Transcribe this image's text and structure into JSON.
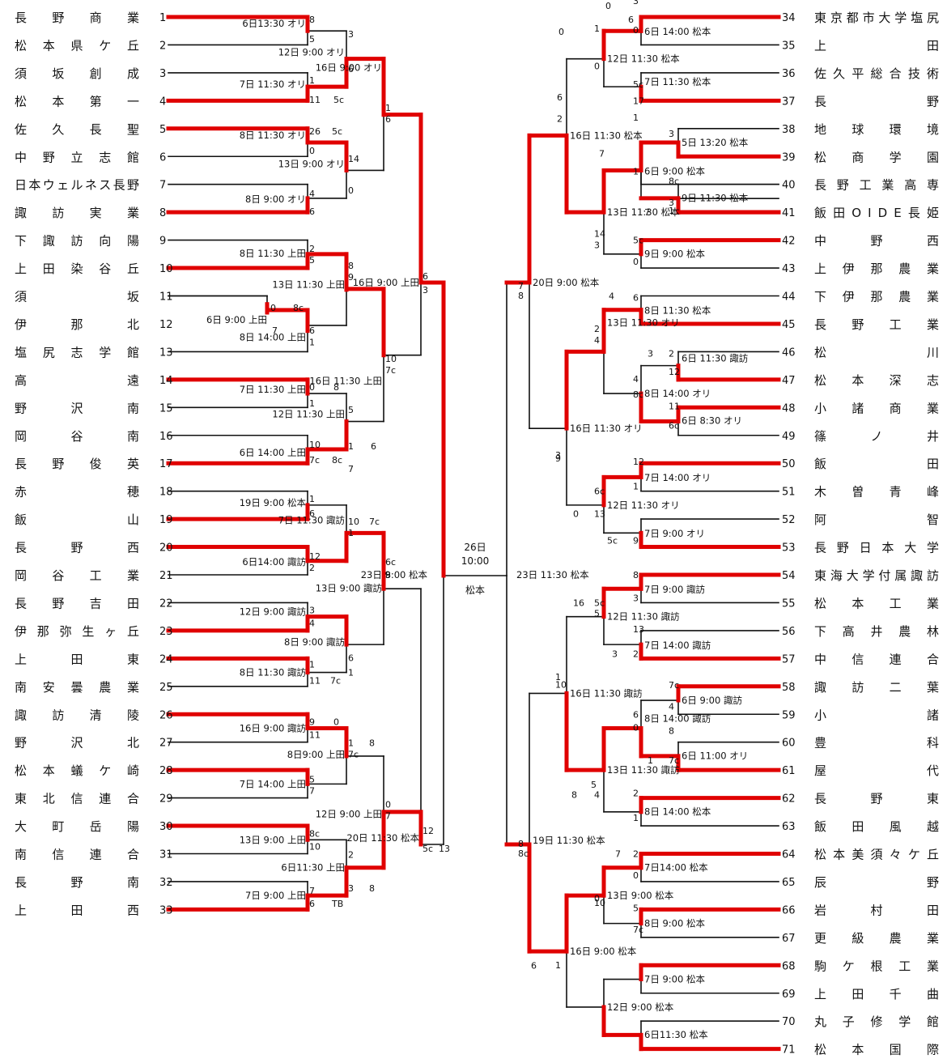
{
  "colors": {
    "win": "#e00000",
    "line": "#111111"
  },
  "left_teams": [
    "長野商業",
    "松本県ケ丘",
    "須坂創成",
    "松本第一",
    "佐久長聖",
    "中野立志館",
    "日本ウェルネス長野",
    "諏訪実業",
    "下諏訪向陽",
    "上田染谷丘",
    "須坂",
    "伊那北",
    "塩尻志学館",
    "高遠",
    "野沢南",
    "岡谷南",
    "長野俊英",
    "赤穂",
    "飯山",
    "長野西",
    "岡谷工業",
    "長野吉田",
    "伊那弥生ヶ丘",
    "上田東",
    "南安曇農業",
    "諏訪清陵",
    "野沢北",
    "松本蟻ケ崎",
    "東北信連合",
    "大町岳陽",
    "南信連合",
    "長野南",
    "上田西"
  ],
  "left_nums": [
    "1",
    "2",
    "3",
    "4",
    "5",
    "6",
    "7",
    "8",
    "9",
    "10",
    "11",
    "12",
    "13",
    "14",
    "15",
    "16",
    "17",
    "18",
    "19",
    "20",
    "21",
    "22",
    "23",
    "24",
    "25",
    "26",
    "27",
    "28",
    "29",
    "30",
    "31",
    "32",
    "33"
  ],
  "right_teams": [
    "東京都市大学塩尻",
    "上田",
    "佐久平総合技術",
    "長野",
    "地球環境",
    "松商学園",
    "長野工業高専",
    "飯田OIDE長姫",
    "中野西",
    "上伊那農業",
    "下伊那農業",
    "長野工業",
    "松川",
    "松本深志",
    "小諸商業",
    "篠ノ井",
    "飯田",
    "木曽青峰",
    "阿智",
    "長野日本大学",
    "東海大学付属諏訪",
    "松本工業",
    "下高井農林",
    "中信連合",
    "諏訪二葉",
    "小諸",
    "豊科",
    "屋代",
    "長野東",
    "飯田風越",
    "松本美須々ケ丘",
    "辰野",
    "岩村田",
    "更級農業",
    "駒ケ根工業",
    "上田千曲",
    "丸子修学館",
    "松本国際"
  ],
  "right_nums": [
    "34",
    "35",
    "36",
    "37",
    "38",
    "39",
    "40",
    "41",
    "42",
    "43",
    "44",
    "45",
    "46",
    "47",
    "48",
    "49",
    "50",
    "51",
    "52",
    "53",
    "54",
    "55",
    "56",
    "57",
    "58",
    "59",
    "60",
    "61",
    "62",
    "63",
    "64",
    "65",
    "66",
    "67",
    "68",
    "69",
    "70",
    "71"
  ],
  "schedules": [
    "6日13:30 オリ",
    "7日 11:30 オリ",
    "12日 9:00 オリ",
    "8日 11:30 オリ",
    "8日 9:00 オリ",
    "13日 9:00 オリ",
    "16日 9:00 オリ",
    "8日 11:30 上田",
    "6日 9:00 上田",
    "8日 14:00 上田",
    "13日 11:30 上田",
    "7日 11:30 上田",
    "6日 14:00 上田",
    "12日 11:30 上田",
    "16日 11:30 上田",
    "19日 9:00 松本",
    "6日14:00 諏訪",
    "7日 11:30 諏訪",
    "12日 9:00 諏訪",
    "8日 11:30 諏訪",
    "8日 9:00 諏訪",
    "13日 9:00 諏訪",
    "16日 9:00 諏訪",
    "7日 14:00 上田",
    "8日9:00 上田",
    "13日 9:00 上田",
    "7日 9:00 上田",
    "6日11:30 上田",
    "12日 9:00 上田",
    "16日 9:00 上田",
    "20日 11:30 松本",
    "23日 9:00 松本",
    "6日 14:00 松本",
    "7日 11:30 松本",
    "12日 11:30 松本",
    "5日 13:20 松本",
    "6日 9:00 松本",
    "9日 11:30 松本",
    "9日 9:00 松本",
    "13日 11:30 松本",
    "16日 11:30 松本",
    "8日 11:30 松本",
    "6日 11:30 諏訪",
    "6日 8:30 オリ",
    "8日 14:00 オリ",
    "13日 11:30 オリ",
    "7日 14:00 オリ",
    "7日 9:00 オリ",
    "12日 11:30 オリ",
    "16日 11:30 オリ",
    "20日 9:00 松本",
    "7日 9:00 諏訪",
    "7日 14:00 諏訪",
    "12日 11:30 諏訪",
    "6日 9:00 諏訪",
    "6日 11:00 オリ",
    "8日 14:00 諏訪",
    "8日 14:00 松本",
    "13日 11:30 諏訪",
    "16日 11:30 諏訪",
    "7日14:00 松本",
    "8日 9:00 松本",
    "13日 9:00 松本",
    "7日 9:00 松本",
    "6日11:30 松本",
    "12日 9:00 松本",
    "16日 9:00 松本",
    "19日 11:30 松本",
    "23日 11:30 松本"
  ],
  "final": {
    "date": "26日",
    "time": "10:00",
    "venue": "松本"
  },
  "scores": [
    "8",
    "5",
    "1",
    "11",
    "5c",
    "3",
    "6",
    "26",
    "5c",
    "0",
    "4",
    "6",
    "14",
    "0",
    "1",
    "6",
    "6",
    "3",
    "2",
    "5",
    "0",
    "8c",
    "7",
    "6",
    "1",
    "8",
    "9",
    "10",
    "7c",
    "0",
    "8",
    "1",
    "10",
    "7c",
    "8c",
    "5",
    "1",
    "6",
    "7",
    "1",
    "6",
    "10",
    "7c",
    "1",
    "12",
    "2",
    "6c",
    "8",
    "3",
    "4",
    "1",
    "11",
    "7c",
    "6",
    "1",
    "12",
    "5c",
    "13",
    "9",
    "0",
    "11",
    "1",
    "8",
    "7c",
    "5",
    "7",
    "0",
    "7",
    "8c",
    "10",
    "2",
    "3",
    "8",
    "7",
    "6",
    "TB",
    "0",
    "1",
    "0",
    "6",
    "3",
    "0",
    "0",
    "5c",
    "17",
    "6",
    "2",
    "7",
    "1",
    "3",
    "1",
    "8c",
    "7",
    "3",
    "1",
    "5c",
    "0",
    "14",
    "3",
    "7",
    "8",
    "4",
    "6",
    "2",
    "4",
    "3",
    "2",
    "12",
    "4",
    "8c",
    "11",
    "6c",
    "9",
    "3",
    "12",
    "1",
    "6c",
    "0",
    "13",
    "5c",
    "9",
    "8",
    "3",
    "16",
    "5c",
    "5",
    "13",
    "3",
    "2",
    "10",
    "1",
    "7c",
    "4",
    "6",
    "0",
    "8",
    "1",
    "7c",
    "5",
    "8",
    "4",
    "2",
    "1",
    "8",
    "8c",
    "7",
    "2",
    "0",
    "10",
    "0",
    "5",
    "7c",
    "1",
    "6"
  ]
}
